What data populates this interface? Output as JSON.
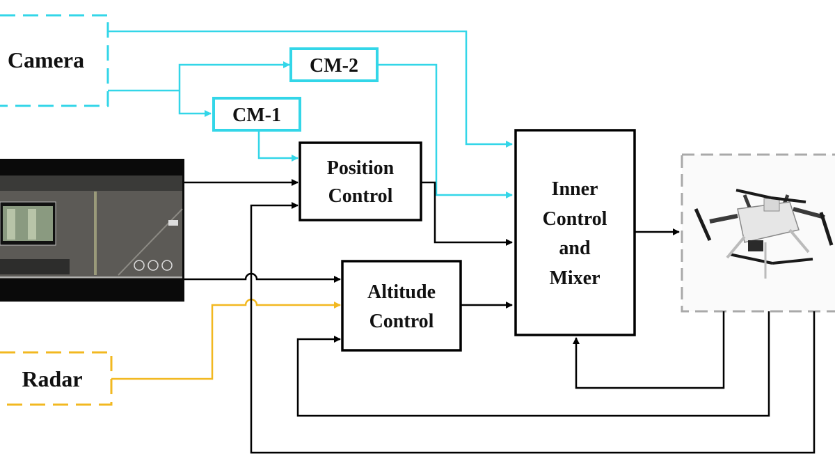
{
  "colors": {
    "camera_path": "#33d6e8",
    "radar_path": "#f2b820",
    "control_path": "#000000",
    "feedback_box": "#a9a9a9"
  },
  "blocks": {
    "camera": "Camera",
    "cm2": "CM-2",
    "cm1": "CM-1",
    "position": [
      "Position",
      "Control"
    ],
    "altitude": [
      "Altitude",
      "Control"
    ],
    "inner": [
      "Inner",
      "Control",
      "and",
      "Mixer"
    ],
    "radar": "Radar"
  },
  "images": {
    "video_feed": "drone-camera-view",
    "aircraft": "quadcopter-drone"
  }
}
